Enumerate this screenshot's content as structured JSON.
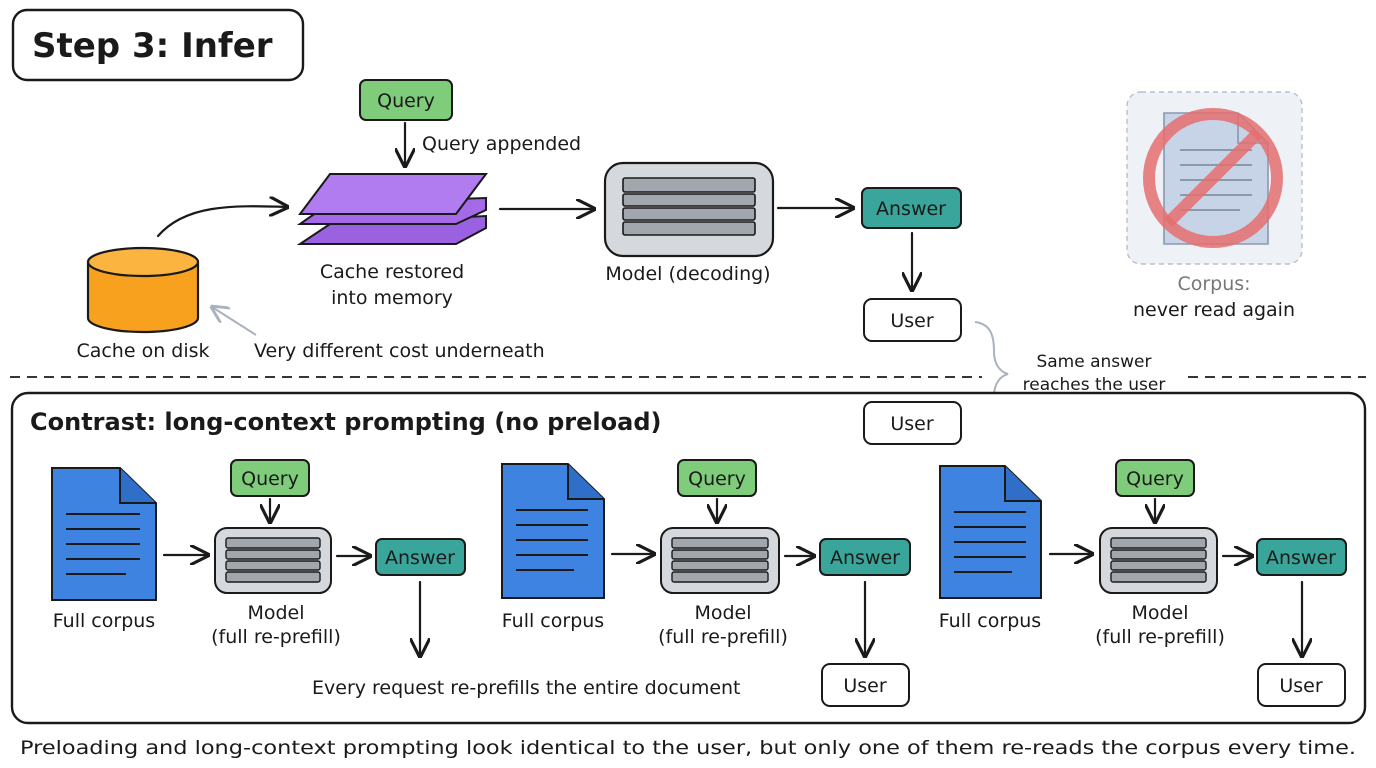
{
  "title": "Step 3: Infer",
  "top": {
    "query": "Query",
    "query_appended": "Query appended",
    "cache_restored_line1": "Cache restored",
    "cache_restored_line2": "into memory",
    "cache_on_disk": "Cache on disk",
    "cost_note": "Very different cost underneath",
    "model": "Model (decoding)",
    "answer": "Answer",
    "user": "User",
    "corpus_line1": "Corpus:",
    "corpus_line2": "never read again"
  },
  "bridge": {
    "line1": "Same answer",
    "line2": "reaches the user",
    "user": "User"
  },
  "contrast": {
    "title": "Contrast: long-context prompting (no preload)",
    "groups": [
      {
        "corpus": "Full corpus",
        "query": "Query",
        "model_line1": "Model",
        "model_line2": "(full re-prefill)",
        "answer": "Answer"
      },
      {
        "corpus": "Full corpus",
        "query": "Query",
        "model_line1": "Model",
        "model_line2": "(full re-prefill)",
        "answer": "Answer"
      },
      {
        "corpus": "Full corpus",
        "query": "Query",
        "model_line1": "Model",
        "model_line2": "(full re-prefill)",
        "answer": "Answer"
      }
    ],
    "note": "Every request re-prefills the entire document",
    "user_a": "User",
    "user_b": "User"
  },
  "footer": "Preloading and long-context prompting look identical to the user, but only one of them re-reads the corpus every time.",
  "colors": {
    "query_green": "#7fcd7a",
    "answer_teal": "#3aa59a",
    "layers_purple": "#a46ae8",
    "cache_orange": "#f7a11e",
    "doc_blue": "#3f83e0",
    "model_gray": "#d5d8dc",
    "prohibit_red": "#e46e6e"
  }
}
